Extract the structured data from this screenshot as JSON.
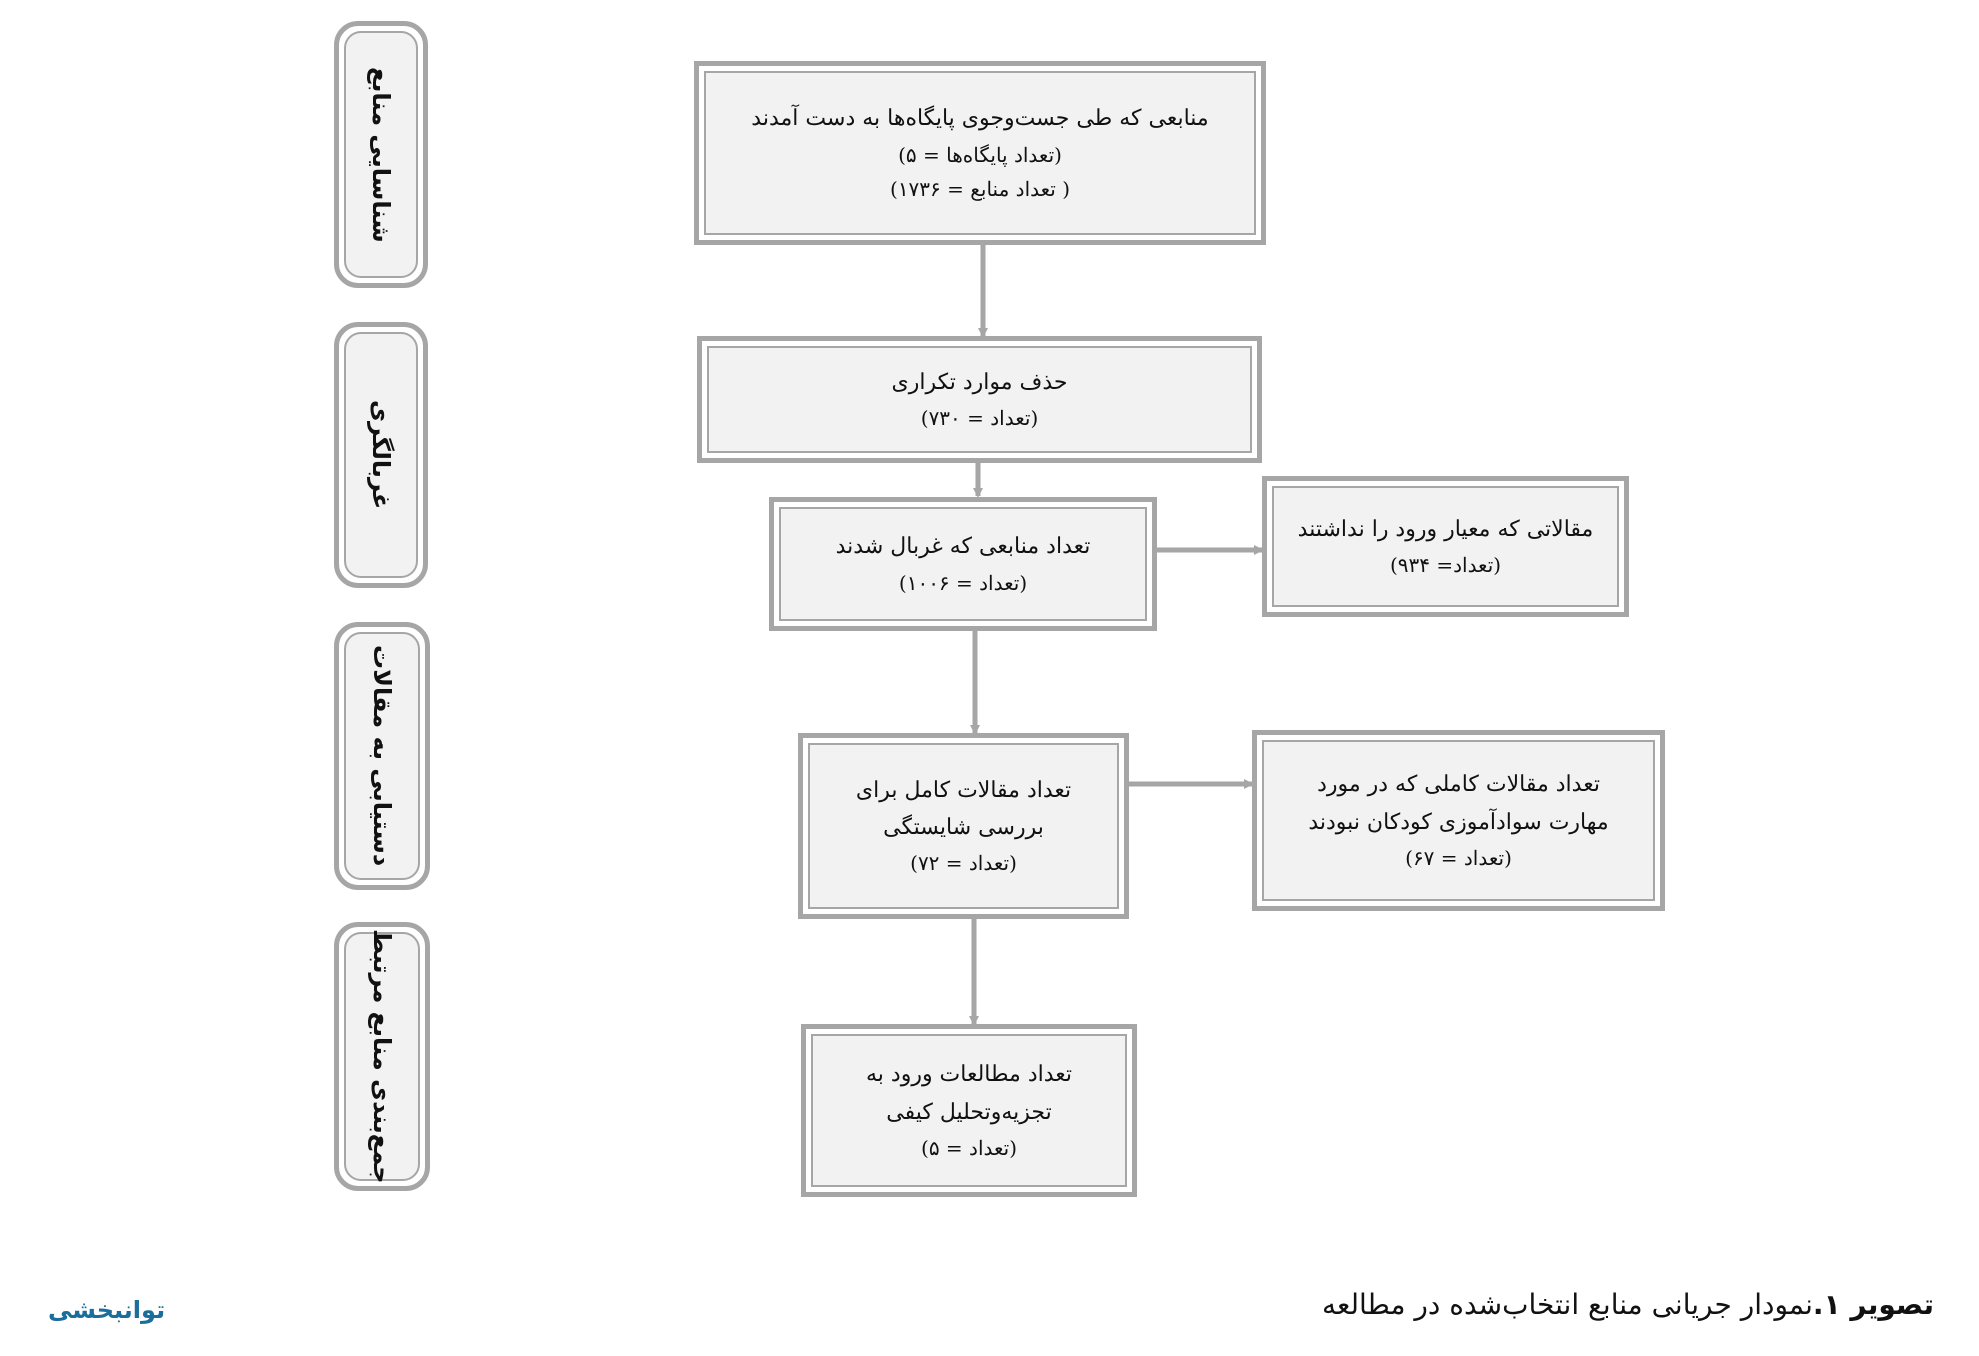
{
  "phases": [
    {
      "id": "identification",
      "label": "شناسایی منابع"
    },
    {
      "id": "screening",
      "label": "غربالگری"
    },
    {
      "id": "eligibility",
      "label": "دستیابی به مقالات"
    },
    {
      "id": "included",
      "label": "جمع‌بندی منابع مرتبط"
    }
  ],
  "boxes": {
    "identified": {
      "lines": [
        "منابعی که طی جست‌وجوی پایگاه‌ها به دست آمدند",
        "(تعداد پایگاه‌ها = ۵)",
        "( تعداد منابع = ۱۷۳۶)"
      ]
    },
    "duplicates": {
      "lines": [
        "حذف موارد تکراری",
        "(تعداد = ۷۳۰)"
      ]
    },
    "screened": {
      "lines": [
        "تعداد منابعی که غربال شدند",
        "(تعداد = ۱۰۰۶)"
      ]
    },
    "excluded_criteria": {
      "lines": [
        "مقالاتی که معیار ورود را نداشتند",
        "(تعداد= ۹۳۴)"
      ]
    },
    "fulltext": {
      "lines": [
        "تعداد مقالات کامل برای",
        "بررسی شایستگی",
        "(تعداد = ۷۲)"
      ]
    },
    "excluded_topic": {
      "lines": [
        "تعداد مقالات کاملی که در مورد",
        "مهارت سوادآموزی کودکان نبودند",
        "(تعداد = ۶۷)"
      ]
    },
    "included": {
      "lines": [
        "تعداد مطالعات ورود به",
        "تجزیه‌وتحلیل کیفی",
        "(تعداد = ۵)"
      ]
    }
  },
  "caption": {
    "label": "تصویر ۱.",
    "text": "نمودار جریانی منابع انتخاب‌شده در مطالعه"
  },
  "logo": {
    "text": "توانبخشی"
  },
  "colors": {
    "border": "#a6a6a6",
    "fill": "#f2f2f2",
    "arrow": "#a6a6a6",
    "logo": "#1b6e9c"
  }
}
